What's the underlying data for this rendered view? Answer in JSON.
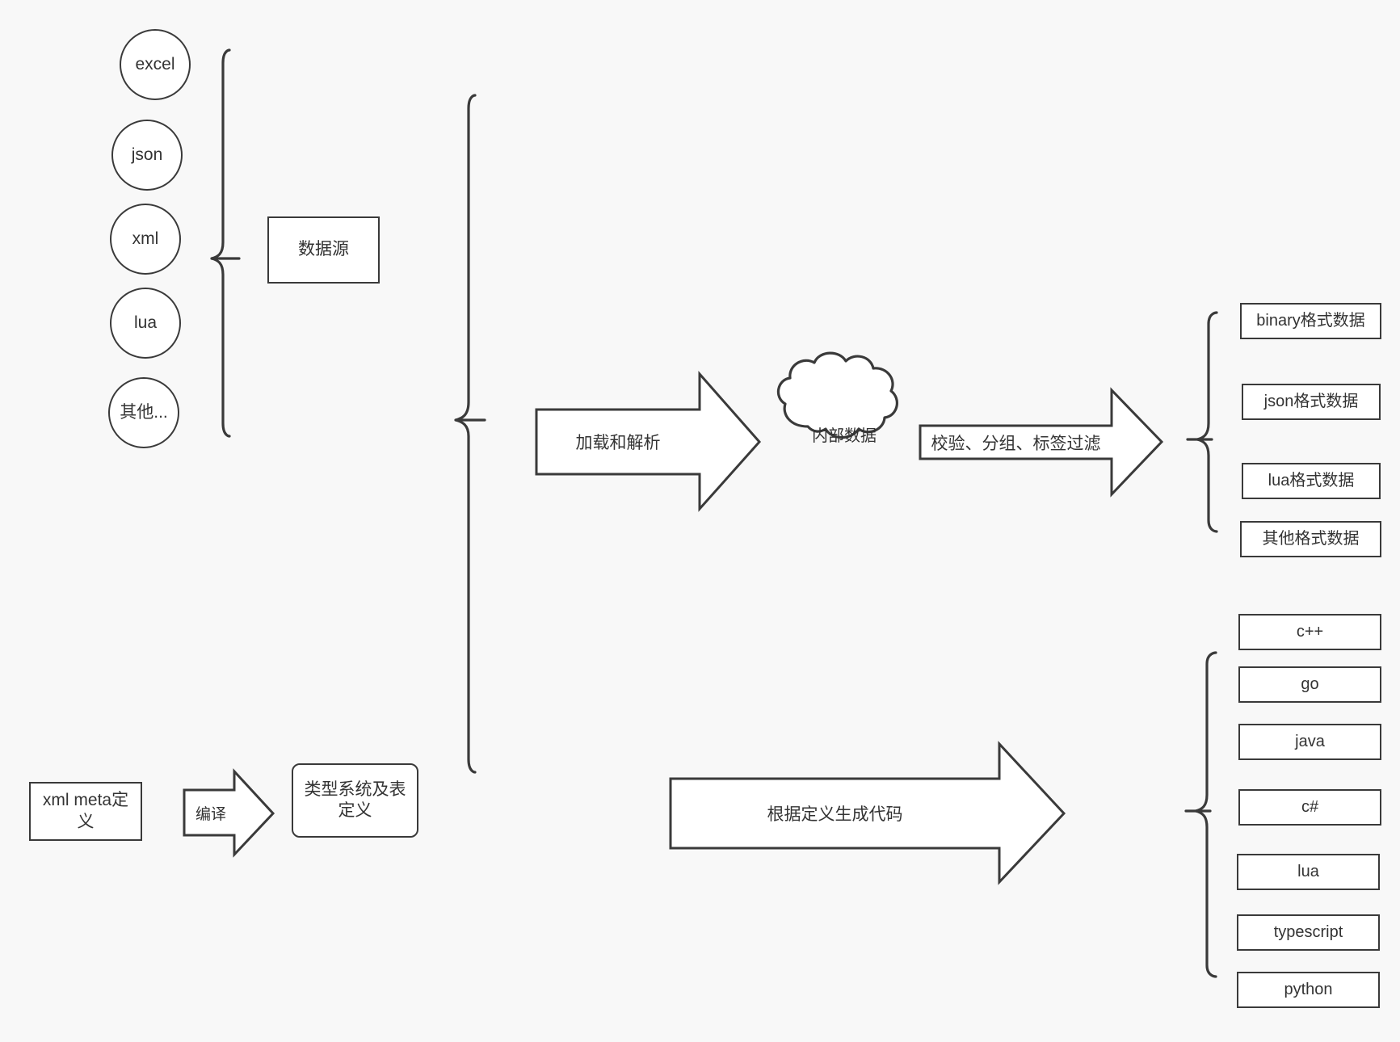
{
  "diagram": {
    "background_color": "#f8f8f8",
    "stroke_color": "#3a3a3a",
    "text_color": "#333333",
    "fill_color": "#ffffff",
    "sources": {
      "group_label": "数据源",
      "items": [
        {
          "label": "excel"
        },
        {
          "label": "json"
        },
        {
          "label": "xml"
        },
        {
          "label": "lua"
        },
        {
          "label": "其他..."
        }
      ]
    },
    "meta": {
      "input_label": "xml meta定义",
      "compile_label": "编译",
      "output_label": "类型系统及表定义"
    },
    "pipeline": {
      "load_parse_label": "加载和解析",
      "internal_data_label": "内部数据",
      "filter_label": "校验、分组、标签过滤",
      "codegen_label": "根据定义生成代码"
    },
    "data_outputs": [
      {
        "label": "binary格式数据"
      },
      {
        "label": "json格式数据"
      },
      {
        "label": "lua格式数据"
      },
      {
        "label": "其他格式数据"
      }
    ],
    "code_outputs": [
      {
        "label": "c++"
      },
      {
        "label": "go"
      },
      {
        "label": "java"
      },
      {
        "label": "c#"
      },
      {
        "label": "lua"
      },
      {
        "label": "typescript"
      },
      {
        "label": "python"
      }
    ]
  }
}
